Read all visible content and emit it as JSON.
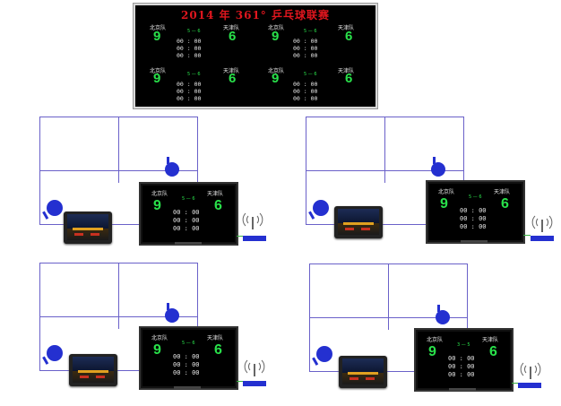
{
  "main_board": {
    "title": "2014 年 361° 乒乓球联赛",
    "matches": [
      {
        "team_a": "北京队",
        "team_b": "天津队",
        "score_a": "9",
        "score_b": "6",
        "game_score": "5 — 6",
        "times": [
          "00 : 00",
          "00 : 00",
          "00 : 00"
        ]
      },
      {
        "team_a": "北京队",
        "team_b": "天津队",
        "score_a": "9",
        "score_b": "6",
        "game_score": "5 — 6",
        "times": [
          "00 : 00",
          "00 : 00",
          "00 : 00"
        ]
      },
      {
        "team_a": "北京队",
        "team_b": "天津队",
        "score_a": "9",
        "score_b": "6",
        "game_score": "5 — 6",
        "times": [
          "00 : 00",
          "00 : 00",
          "00 : 00"
        ]
      },
      {
        "team_a": "北京队",
        "team_b": "天津队",
        "score_a": "9",
        "score_b": "6",
        "game_score": "5 — 6",
        "times": [
          "00 : 00",
          "00 : 00",
          "00 : 00"
        ]
      }
    ]
  },
  "tables": [
    {
      "team_a": "北京队",
      "team_b": "天津队",
      "score_a": "9",
      "score_b": "6",
      "game_score": "5 — 6",
      "times": [
        "00 : 00",
        "00 : 00",
        "00 : 00"
      ]
    },
    {
      "team_a": "北京队",
      "team_b": "天津队",
      "score_a": "9",
      "score_b": "6",
      "game_score": "5 — 6",
      "times": [
        "00 : 00",
        "00 : 00",
        "00 : 00"
      ]
    },
    {
      "team_a": "北京队",
      "team_b": "天津队",
      "score_a": "9",
      "score_b": "6",
      "game_score": "5 — 6",
      "times": [
        "00 : 00",
        "00 : 00",
        "00 : 00"
      ]
    },
    {
      "team_a": "北京队",
      "team_b": "天津队",
      "score_a": "9",
      "score_b": "6",
      "game_score": "3 — 5",
      "times": [
        "00 : 00",
        "00 : 00",
        "00 : 00"
      ]
    }
  ],
  "colors": {
    "score": "#29e04a",
    "title": "#e0161e",
    "table_line": "#6a61c9",
    "paddle": "#2430d0",
    "cable": "#3ab043"
  }
}
